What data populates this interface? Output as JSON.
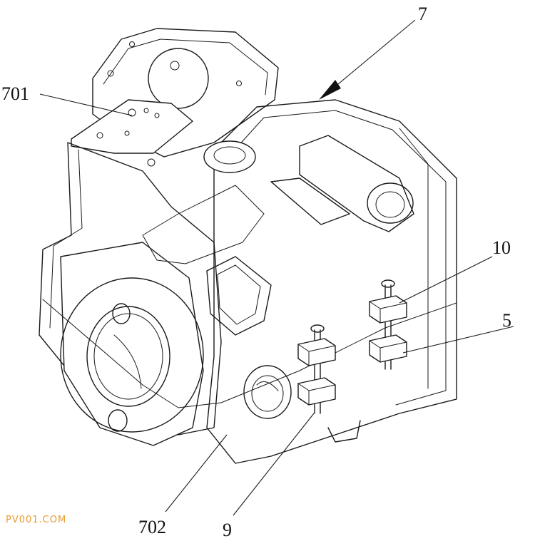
{
  "labels": {
    "ref_7": "7",
    "ref_701": "701",
    "ref_10": "10",
    "ref_5": "5",
    "ref_702": "702",
    "ref_9": "9"
  },
  "watermark": "PV001.COM"
}
